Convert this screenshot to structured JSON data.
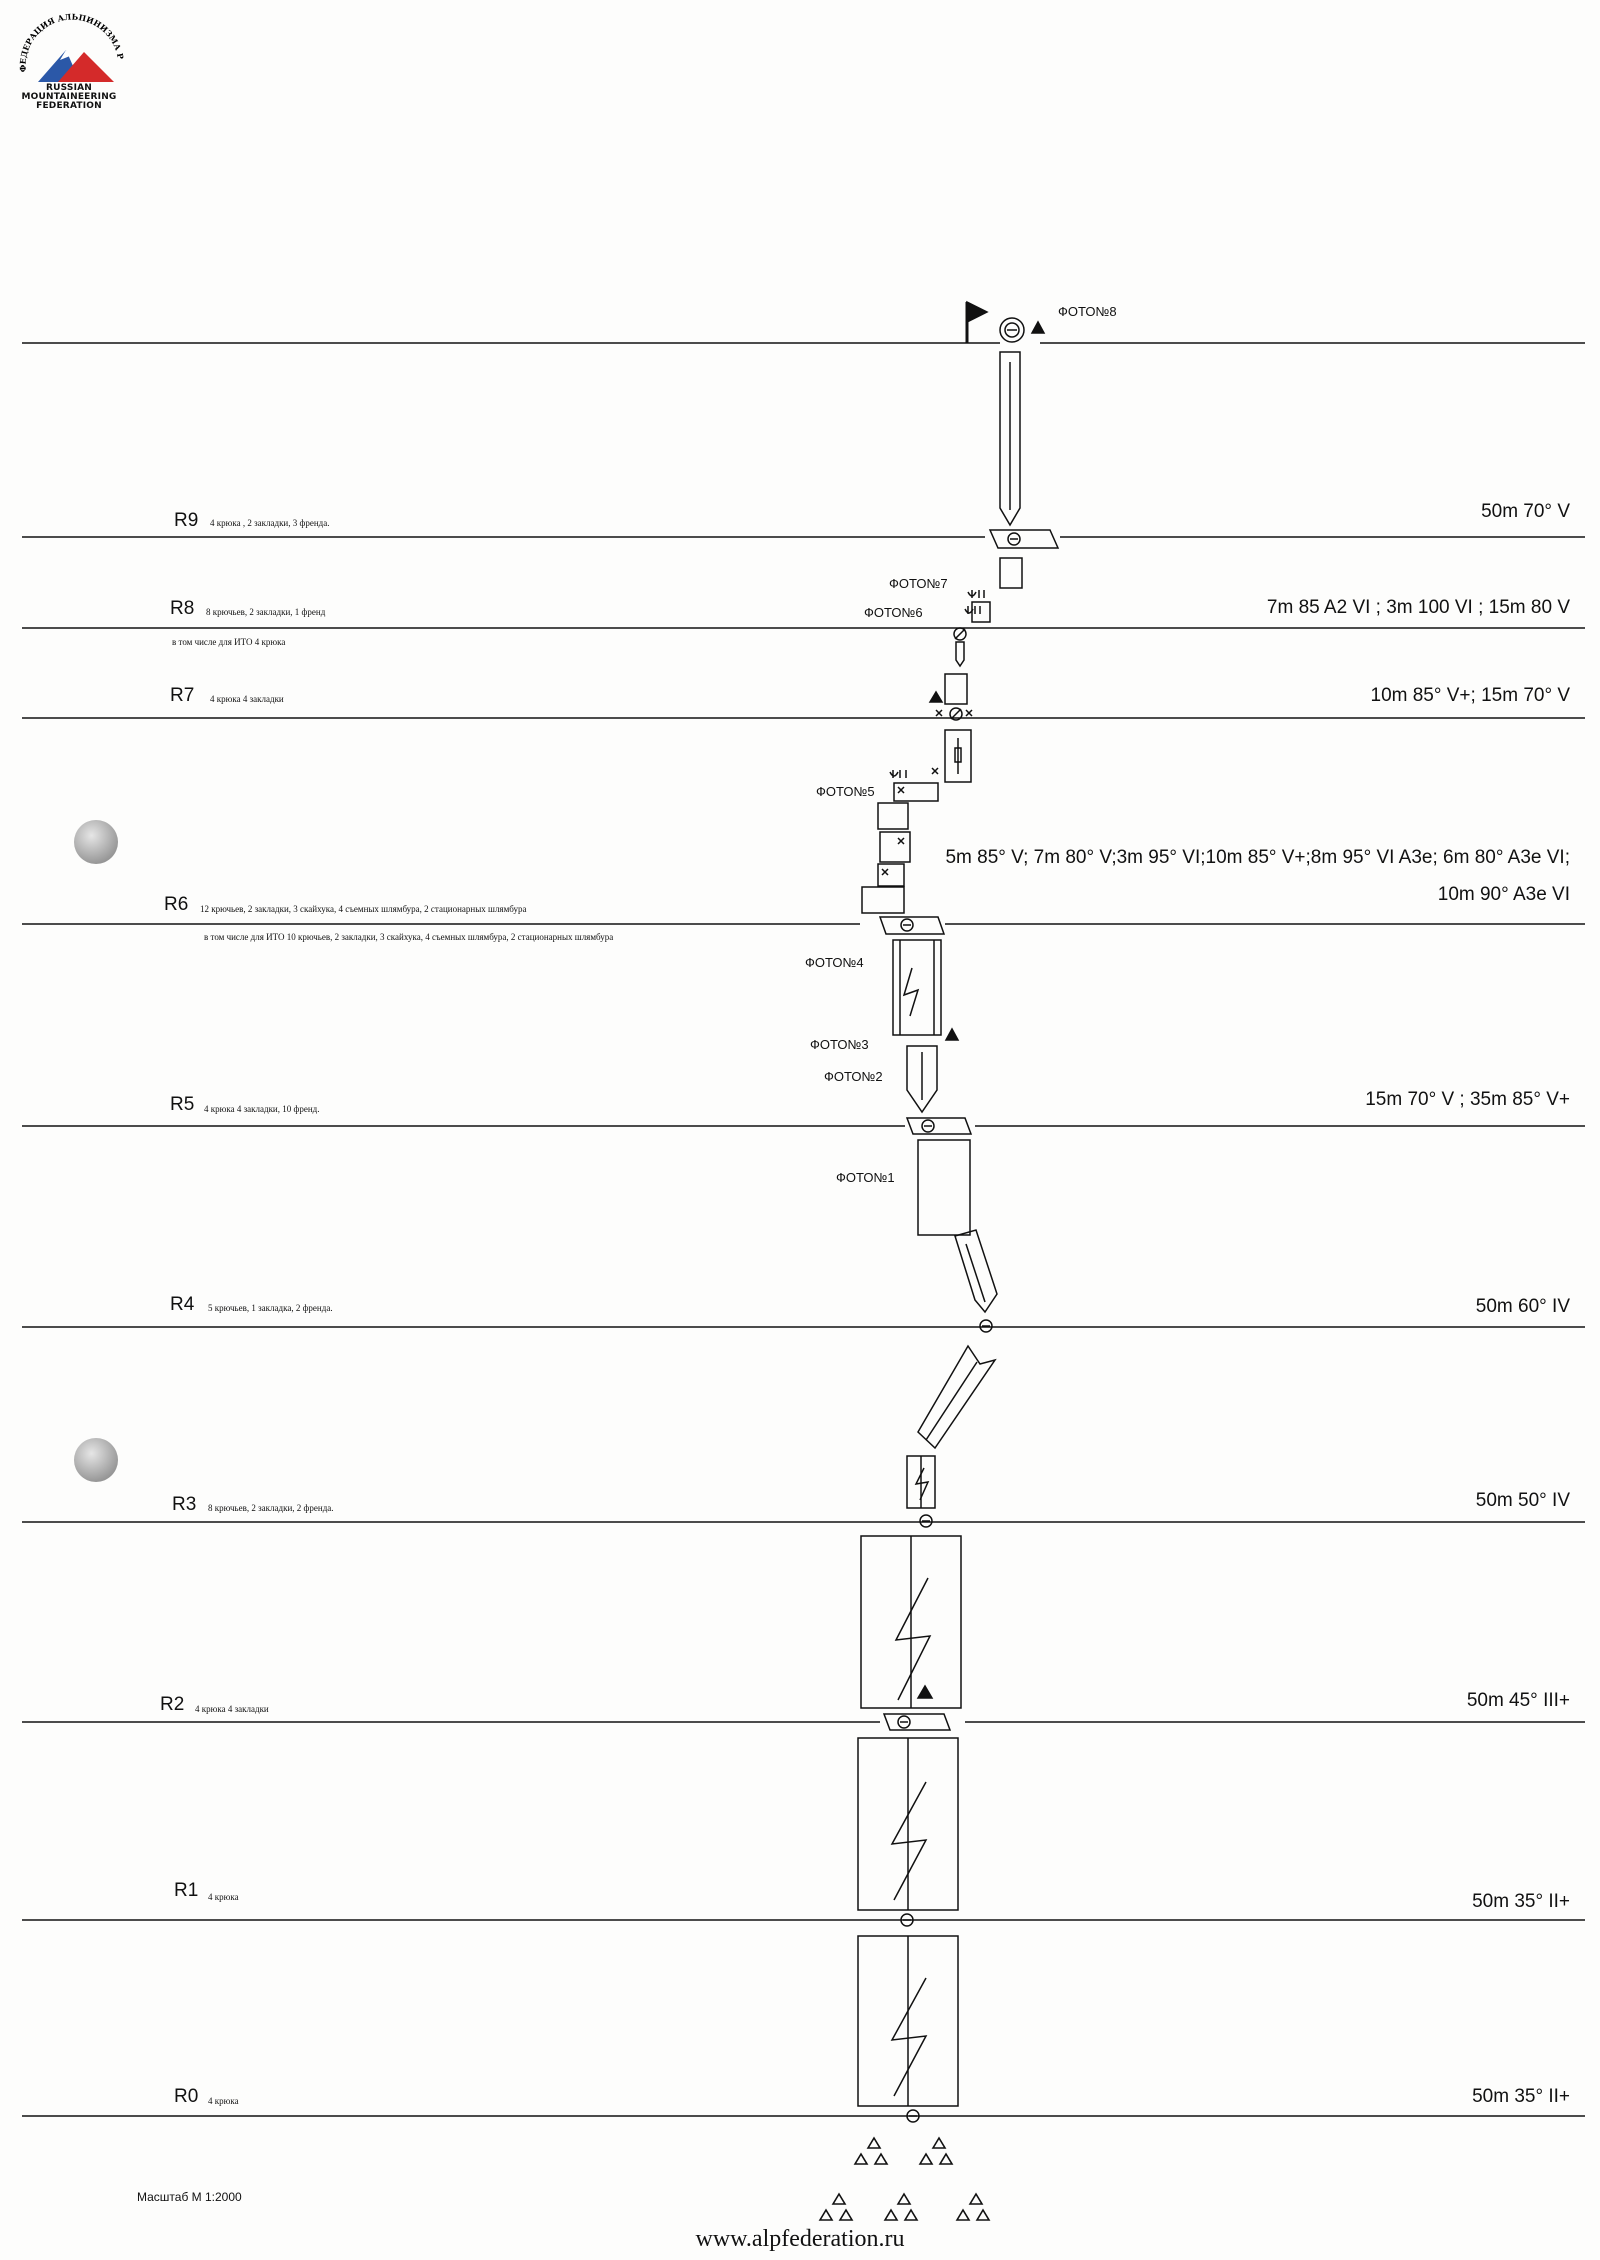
{
  "logo": {
    "arc_text": "ФЕДЕРАЦИЯ АЛЬПИНИЗМА РОССИИ",
    "line1": "RUSSIAN",
    "line2": "MOUNTAINEERING",
    "line3": "FEDERATION"
  },
  "pitches": [
    {
      "id": "R9",
      "gear": "4 крюка , 2 закладки, 3 френда.",
      "gear2": "",
      "grade": "50m 70° V"
    },
    {
      "id": "R8",
      "gear": "8 крючьев, 2 закладки, 1 френд",
      "gear2": "в том числе для ИТО 4 крюка",
      "grade": "7m 85 A2 VI ; 3m 100 VI ; 15m 80 V"
    },
    {
      "id": "R7",
      "gear": "4 крюка 4 закладки",
      "gear2": "",
      "grade": "10m 85° V+; 15m 70° V"
    },
    {
      "id": "R6",
      "gear": "12 крючьев, 2 закладки, 3 скайхука, 4 съемных шлямбура, 2 стационарных шлямбура",
      "gear2": "в том числе для ИТО 10 крючьев, 2 закладки, 3 скайхука, 4 съемных шлямбура, 2 стационарных шлямбура",
      "grade": "5m 85° V; 7m 80° V;3m 95° VI;10m 85° V+;8m 95° VI A3e; 6m 80° A3e VI;",
      "grade2": "10m 90° A3e VI"
    },
    {
      "id": "R5",
      "gear": "4 крюка 4 закладки, 10 френд.",
      "gear2": "",
      "grade": "15m 70° V ; 35m 85° V+"
    },
    {
      "id": "R4",
      "gear": "5 крючьев, 1 закладка, 2 френда.",
      "gear2": "",
      "grade": "50m 60° IV"
    },
    {
      "id": "R3",
      "gear": "8 крючьев, 2 закладки, 2 френда.",
      "gear2": "",
      "grade": "50m 50° IV"
    },
    {
      "id": "R2",
      "gear": "4 крюка 4 закладки",
      "gear2": "",
      "grade": "50m 45° III+"
    },
    {
      "id": "R1",
      "gear": "4 крюка",
      "gear2": "",
      "grade": "50m 35° II+"
    },
    {
      "id": "R0",
      "gear": "4 крюка",
      "gear2": "",
      "grade": "50m 35° II+"
    }
  ],
  "photos": [
    "ФОТО№8",
    "ФОТО№7",
    "ФОТО№6",
    "ФОТО№5",
    "ФОТО№4",
    "ФОТО№3",
    "ФОТО№2",
    "ФОТО№1"
  ],
  "scale": "Масштаб М 1:2000",
  "website": "www.alpfederation.ru",
  "colors": {
    "ink": "#111111",
    "logo_red": "#d42a2a",
    "logo_blue": "#2b58a8"
  }
}
